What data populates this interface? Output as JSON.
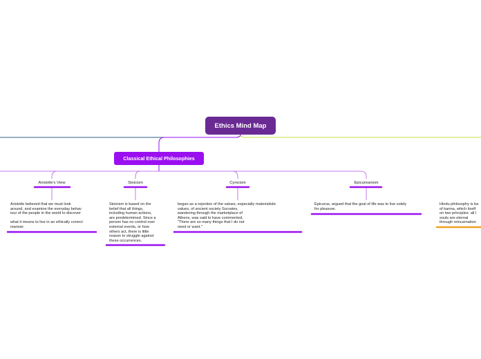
{
  "root": {
    "label": "Ethics Mind Map"
  },
  "branch": {
    "label": "Classical Ethical Philosophies"
  },
  "topics": [
    {
      "label": "Aristotle's View",
      "note": "Aristotle believed that we must look\naround, and examine the everyday behav\niour of the people in the world to discover\n\nwhat it means to live in an ethically correct\nmanner."
    },
    {
      "label": "Stoicism",
      "note": "Stoicism is based on the\nbelief that all things,\nincluding human actions,\nare predetermined. Since a\nperson has no control over\nexternal events, or how\nothers act, there is little\nreason to struggle against\nthese occurrences."
    },
    {
      "label": "Cynicism",
      "note": "began as a rejection of the values, especially materialistic\nvalues, of ancient society Socrates,\nwandering through the marketplace of\nAthens, was said to have commented,\n\"There are so many things that I do not\nneed or want.\""
    },
    {
      "label": "Epicureanism",
      "note": "Epicurus, argued that the goal of life was to live solely\n  for pleasure."
    }
  ],
  "side_note": {
    "note": "Hindu philosophy is ba\nof karma, which itself\non two principles: all l\nsouls are eternal\nthrough reincarnation"
  },
  "colors": {
    "root": "#6a2a94",
    "branch": "#9a0ff0",
    "branch_line": "#c07af0",
    "underline": "#9a0ff0",
    "left_line": "#2e5e86",
    "right_line": "#c8dc3c",
    "orange": "#f0a020"
  }
}
